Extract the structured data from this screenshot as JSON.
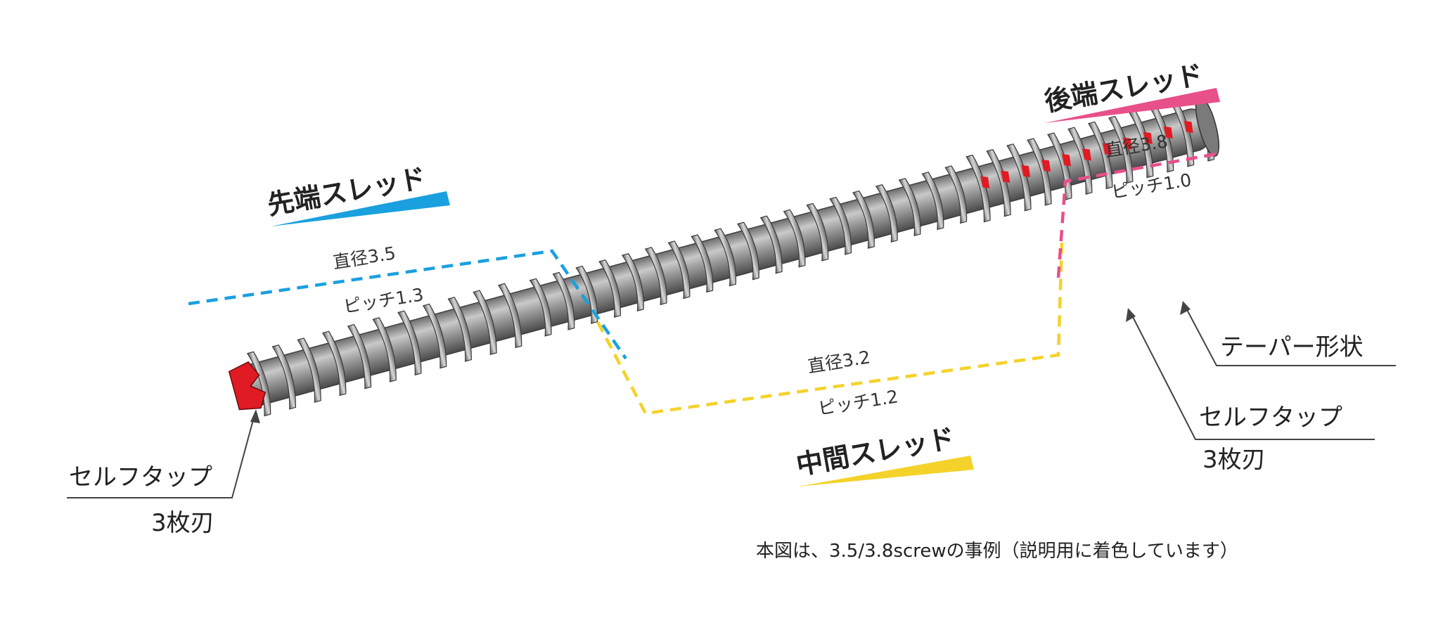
{
  "labels": {
    "front_thread": "先端スレッド",
    "front_diameter": "直径3.5",
    "front_pitch": "ピッチ1.3",
    "middle_thread": "中間スレッド",
    "middle_diameter": "直径3.2",
    "middle_pitch": "ピッチ1.2",
    "rear_thread": "後端スレッド",
    "rear_diameter": "直径3.8",
    "rear_pitch": "ピッチ1.0",
    "taper_shape": "テーパー形状",
    "self_tap_right": "セルフタップ",
    "three_blades_right": "3枚刃",
    "self_tap_left": "セルフタップ",
    "three_blades_left": "3枚刃",
    "note": "本図は、3.5/3.8screwの事例（説明用に着色しています）"
  },
  "colors": {
    "front": "#1aa0de",
    "middle": "#f4d22a",
    "rear": "#e8508a",
    "thread_highlight": "#e01b24",
    "screw_body": "#8e8e8e",
    "leader_line": "#444444"
  }
}
